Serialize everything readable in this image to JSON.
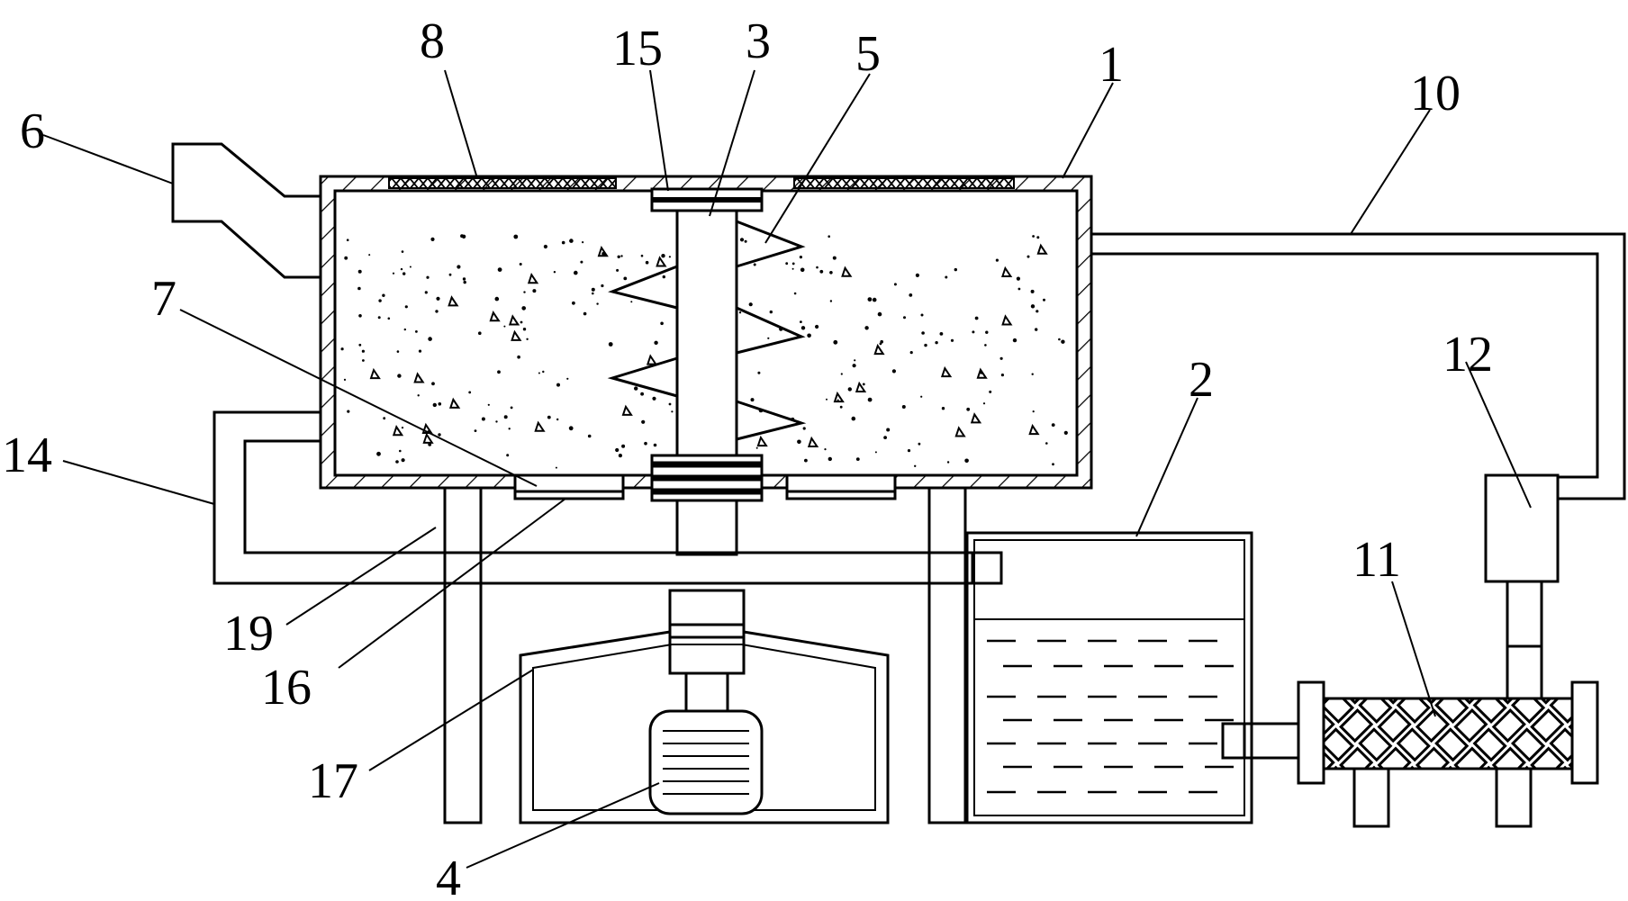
{
  "labels": {
    "l1": "1",
    "l2": "2",
    "l3": "3",
    "l4": "4",
    "l5": "5",
    "l6": "6",
    "l7": "7",
    "l8": "8",
    "l10": "10",
    "l11": "11",
    "l12": "12",
    "l14": "14",
    "l15": "15",
    "l16": "16",
    "l17": "17",
    "l19": "19"
  }
}
